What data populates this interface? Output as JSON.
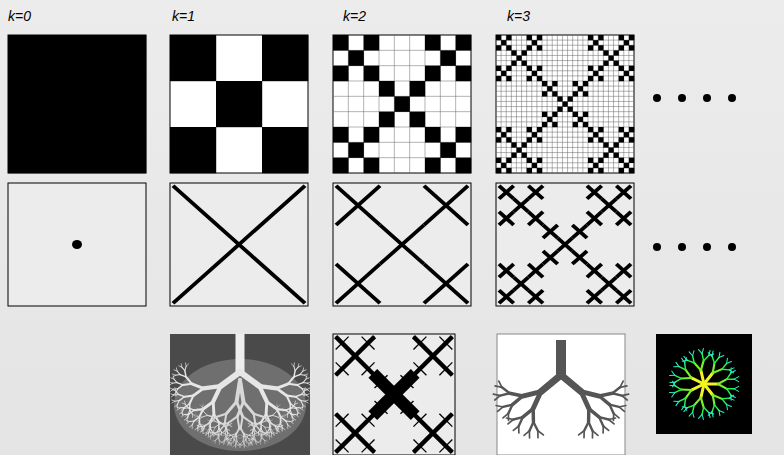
{
  "diagram": {
    "labels": [
      "k=0",
      "k=1",
      "k=2",
      "k=3"
    ]
  }
}
